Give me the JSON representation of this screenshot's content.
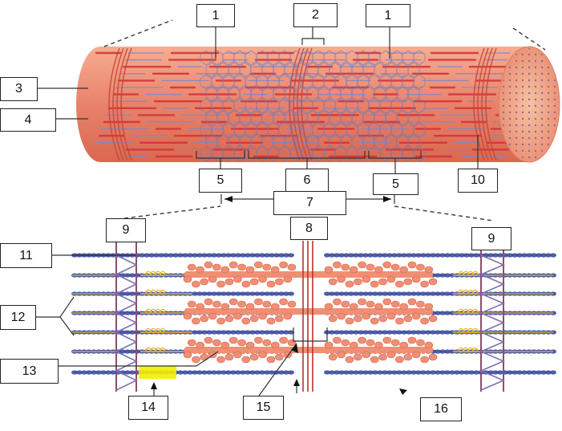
{
  "diagram": {
    "labels": [
      "1",
      "2",
      "1",
      "3",
      "4",
      "5",
      "6",
      "5",
      "10",
      "7",
      "8",
      "9",
      "9",
      "11",
      "12",
      "13",
      "14",
      "15",
      "16"
    ],
    "colors": {
      "fiber": "#e9826a",
      "fiber_dark": "#c8463a",
      "filament_red": "#d2353a",
      "filament_blue": "#7f88c9",
      "actin_blue": "#3b4aa0",
      "myosin": "#f08f74",
      "titin": "#e8b32a",
      "z_disc": "#8a5070",
      "m_line": "#b4352f",
      "highlight": "#f2f000"
    }
  }
}
